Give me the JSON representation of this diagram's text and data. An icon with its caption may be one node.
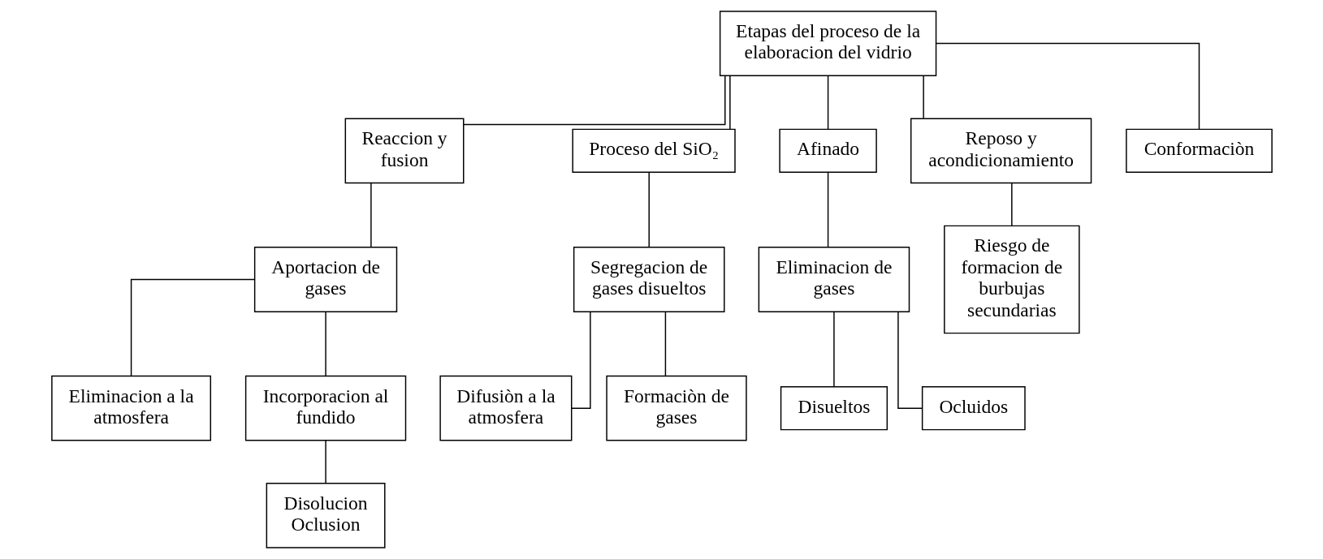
{
  "diagram": {
    "nodes": [
      {
        "text": [
          "Etapas del proceso de la elaboracion del vidrio"
        ]
      },
      {
        "text": [
          "Reaccion y fusion"
        ]
      },
      {
        "text": [
          "Proceso del SiO₂"
        ]
      },
      {
        "text": [
          "Afinado"
        ]
      },
      {
        "text": [
          "Reposo y acondicionamiento"
        ]
      },
      {
        "text": [
          "Conformaciòn"
        ]
      },
      {
        "text": [
          "Aportacion de gases"
        ]
      },
      {
        "text": [
          "Eliminacion a la atmosfera"
        ]
      },
      {
        "text": [
          "Incorporacion al fundido"
        ]
      },
      {
        "text": [
          "Disolucion",
          "Oclusion"
        ]
      },
      {
        "text": [
          "Segregacion de gases disueltos"
        ]
      },
      {
        "text": [
          "Difusiòn a la atmosfera"
        ]
      },
      {
        "text": [
          "Formaciòn de gases"
        ]
      },
      {
        "text": [
          "Eliminacion de gases"
        ]
      },
      {
        "text": [
          "Disueltos"
        ]
      },
      {
        "text": [
          "Ocluidos"
        ]
      },
      {
        "text": [
          "Riesgo de formacion de burbujas secundarias"
        ]
      }
    ],
    "edges": [
      {
        "from": 0,
        "to": 1,
        "arrow": "none"
      },
      {
        "from": 0,
        "to": 2,
        "arrow": "none"
      },
      {
        "from": 0,
        "to": 3,
        "arrow": "none"
      },
      {
        "from": 0,
        "to": 4,
        "arrow": "none"
      },
      {
        "from": 0,
        "to": 5,
        "arrow": "none"
      },
      {
        "from": 1,
        "to": 6,
        "arrow": "none"
      },
      {
        "from": 6,
        "to": 7,
        "arrow": "none"
      },
      {
        "from": 6,
        "to": 8,
        "arrow": "none"
      },
      {
        "from": 8,
        "to": 9,
        "arrow": "none"
      },
      {
        "from": 2,
        "to": 10,
        "arrow": "none"
      },
      {
        "from": 10,
        "to": 11,
        "arrow": "none"
      },
      {
        "from": 10,
        "to": 12,
        "arrow": "none"
      },
      {
        "from": 3,
        "to": 13,
        "arrow": "none"
      },
      {
        "from": 13,
        "to": 14,
        "arrow": "none"
      },
      {
        "from": 13,
        "to": 15,
        "arrow": "none"
      },
      {
        "from": 4,
        "to": 16,
        "arrow": "none"
      }
    ]
  }
}
